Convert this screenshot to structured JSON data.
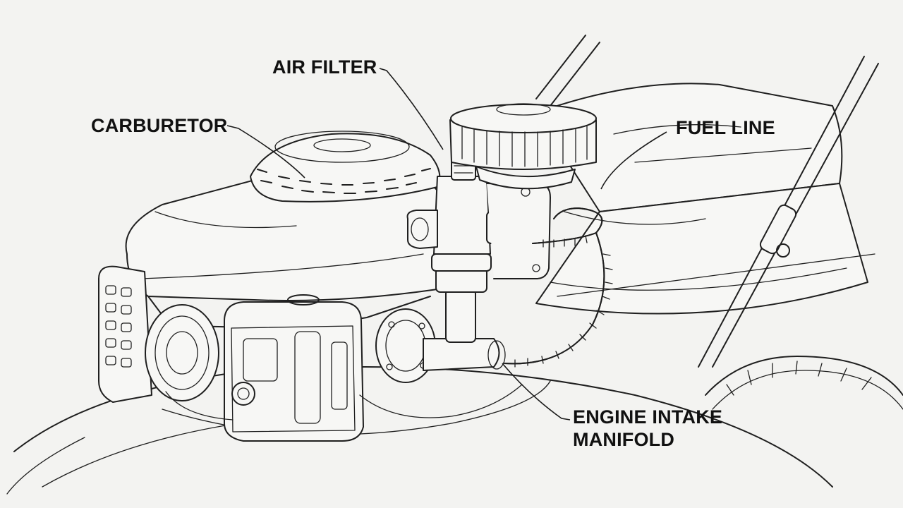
{
  "labels": {
    "air_filter": "AIR FILTER",
    "carburetor": "CARBURETOR",
    "fuel_line": "FUEL LINE",
    "engine_intake_line1": "ENGINE INTAKE",
    "engine_intake_line2": "MANIFOLD"
  },
  "colors": {
    "background": "#f3f3f1",
    "ink": "#1f1f1f"
  }
}
